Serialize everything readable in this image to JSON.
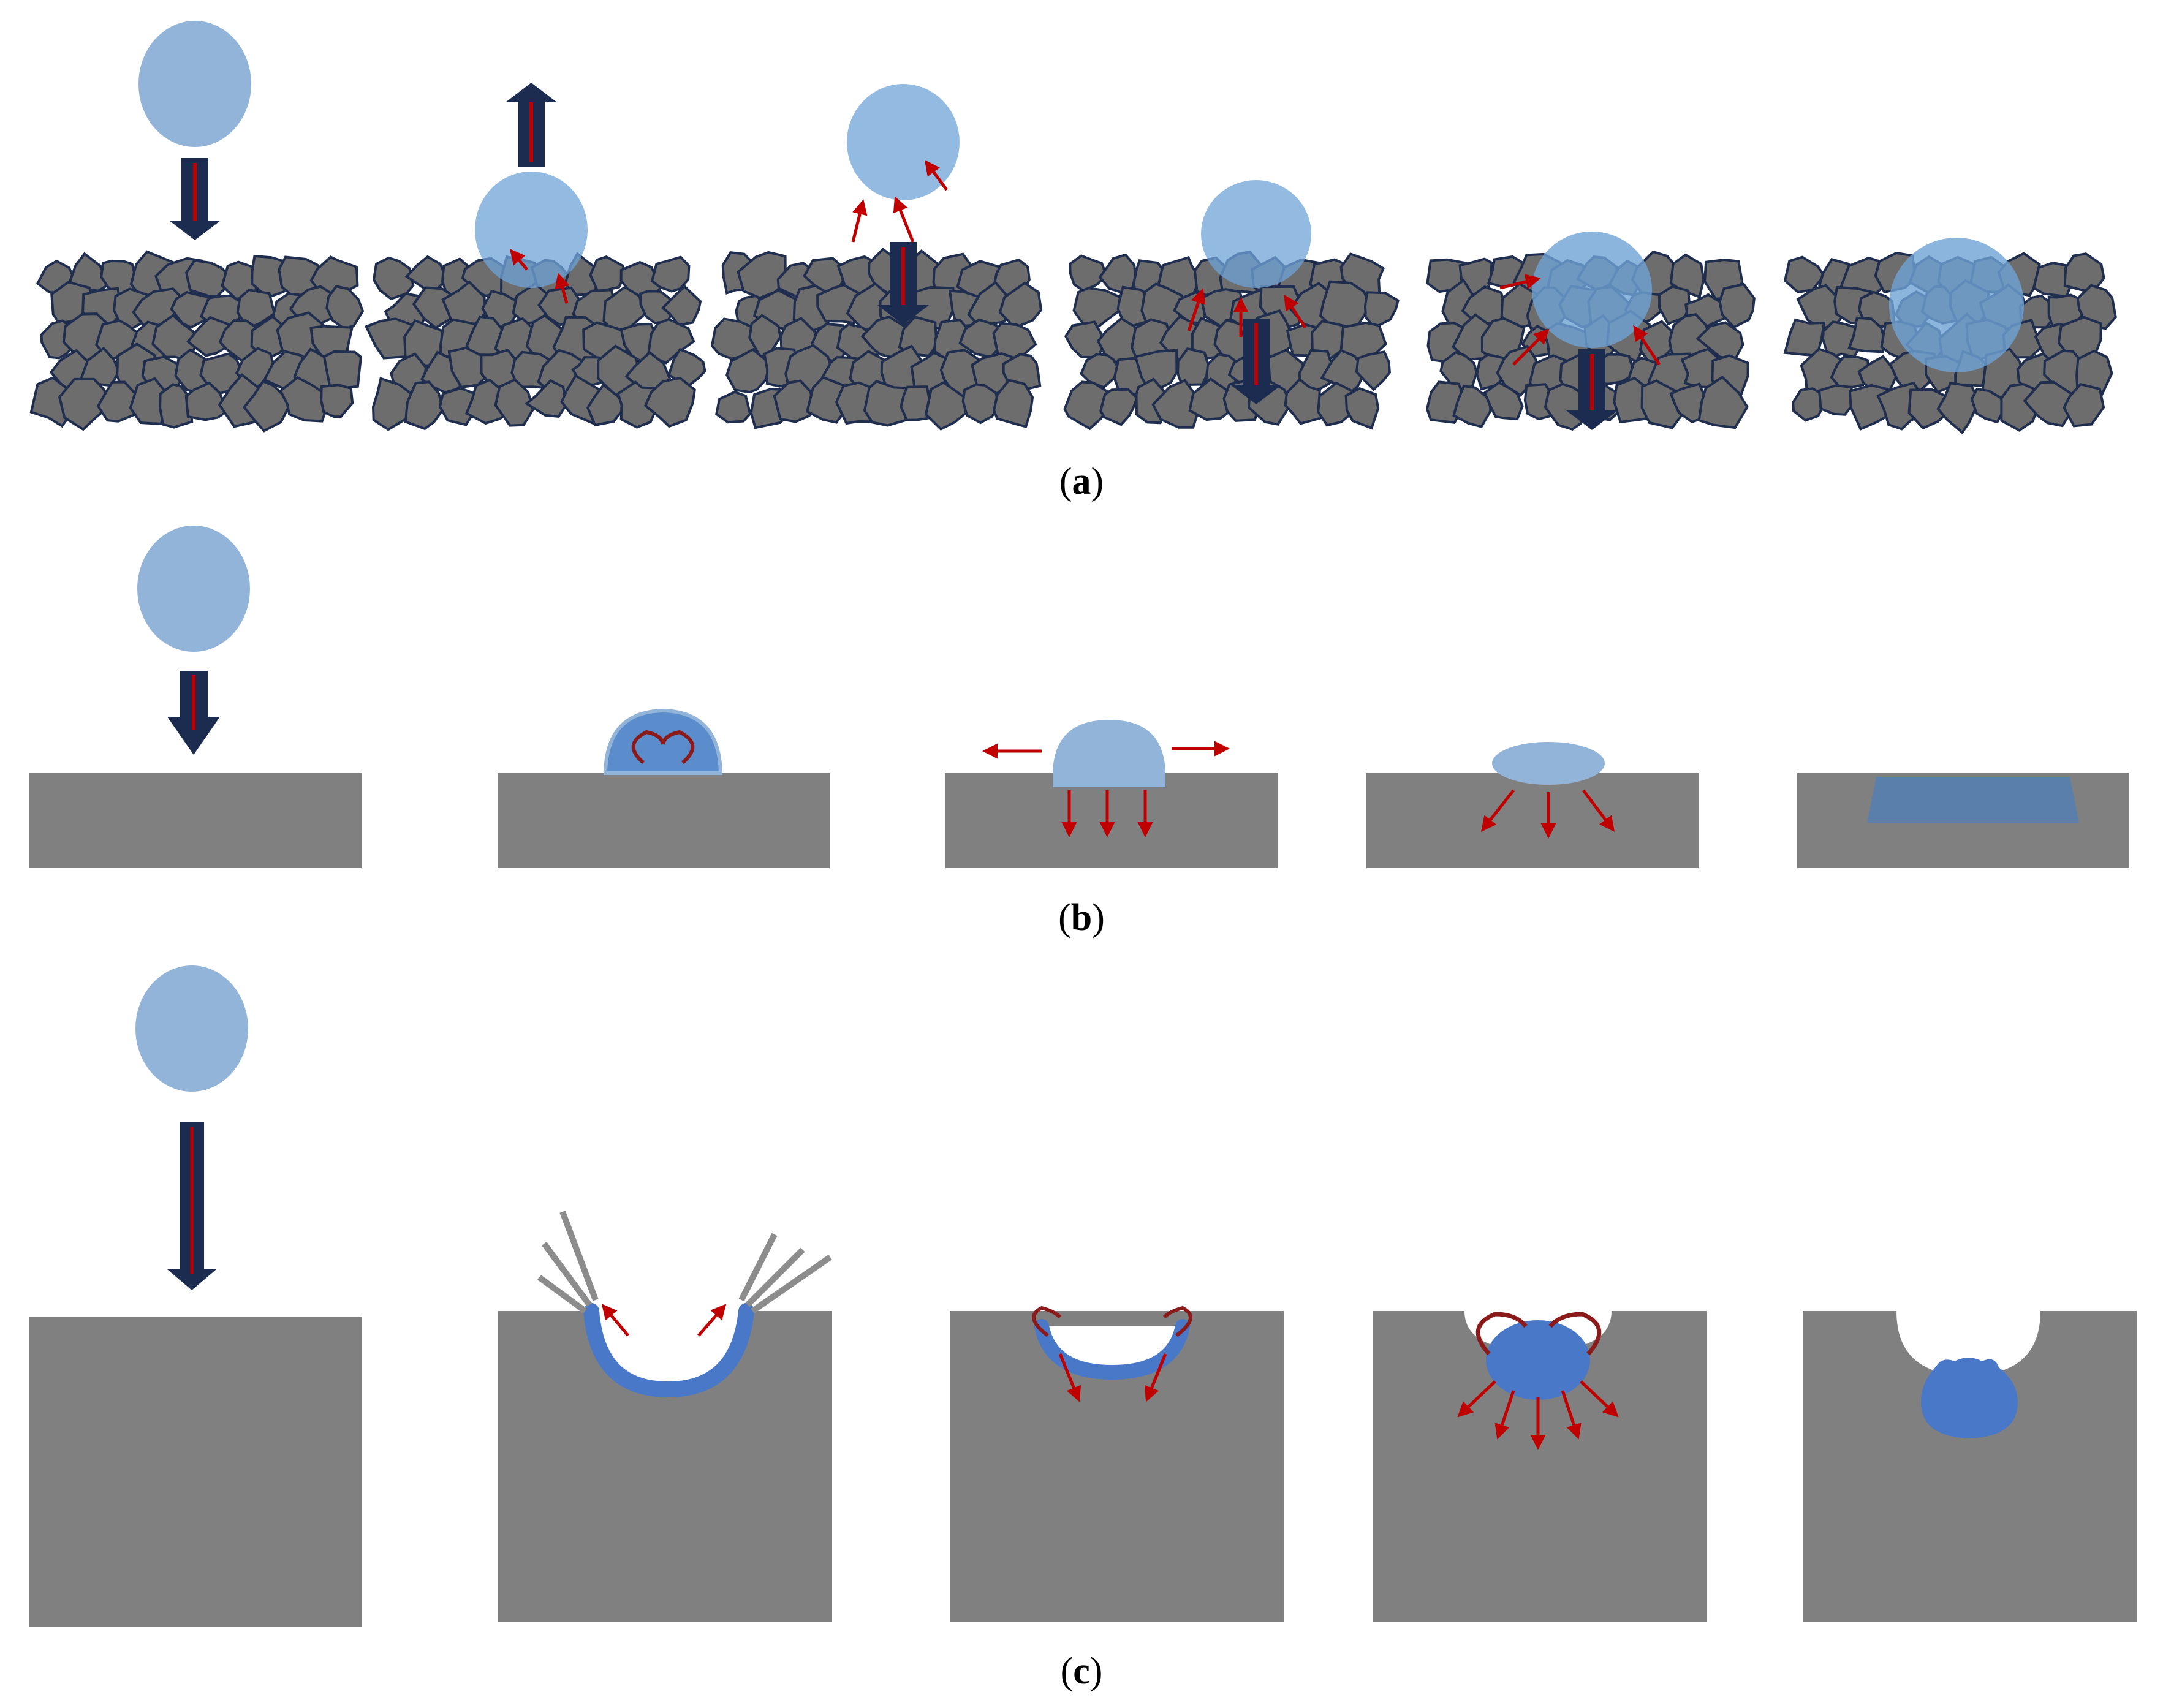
{
  "panels": [
    {
      "id": "a",
      "label": "a"
    },
    {
      "id": "b",
      "label": "b"
    },
    {
      "id": "c",
      "label": "c"
    }
  ],
  "colors": {
    "droplet": "#93b4d9",
    "droplet_overlay": "#6fa3d6",
    "substrate": "#808080",
    "grain": "#6d6d6d",
    "grain_outline": "#1f2d4f",
    "arrow_body": "#1c2c50",
    "arrow_core": "#c00000",
    "red_arrow": "#c00000",
    "penetration": "#4a78c8",
    "void": "#ffffff",
    "splash_line": "#8c8c8c",
    "background": "#ffffff"
  },
  "icons": [
    "droplet",
    "impact-arrow",
    "rebound-arrow",
    "spread-arrow",
    "penetration-arrow",
    "splash-line"
  ]
}
